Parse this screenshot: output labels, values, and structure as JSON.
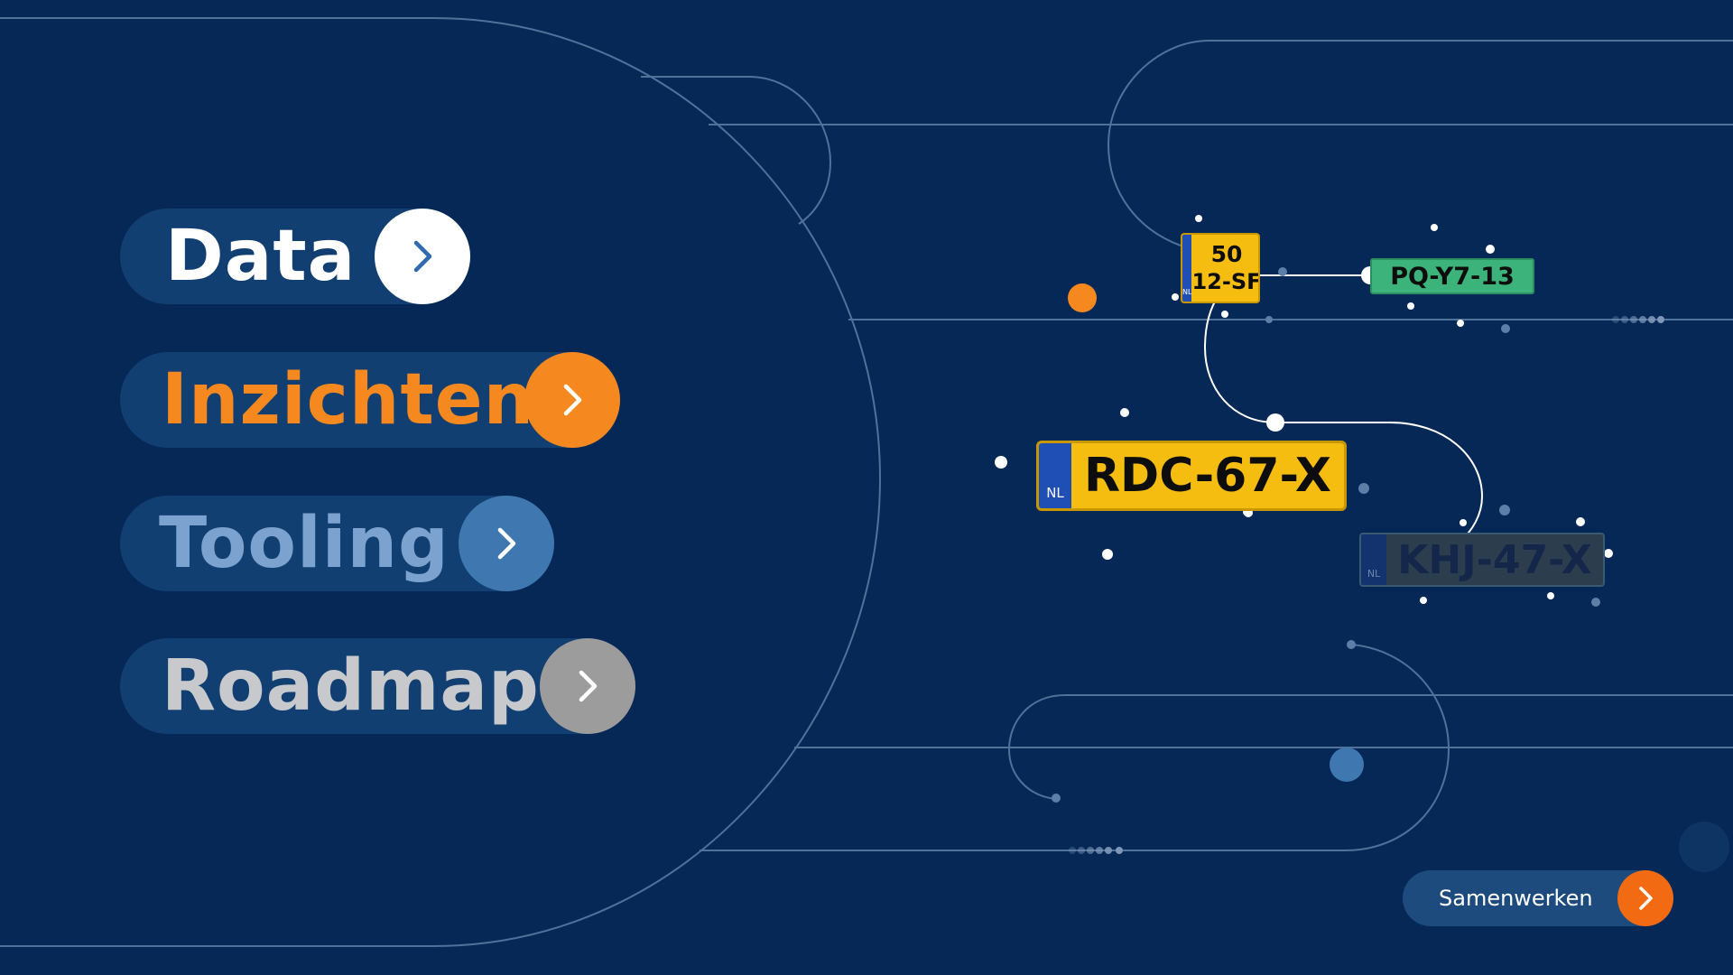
{
  "nav": {
    "items": [
      {
        "label": "Data",
        "text_color": "#ffffff",
        "circle_color": "#ffffff",
        "chevron_color": "#2e6bb0"
      },
      {
        "label": "Inzichten",
        "text_color": "#f5891f",
        "circle_color": "#f5891f",
        "chevron_color": "#ffffff"
      },
      {
        "label": "Tooling",
        "text_color": "#7ca3cf",
        "circle_color": "#3f78b0",
        "chevron_color": "#ffffff"
      },
      {
        "label": "Roadmap",
        "text_color": "#c7c9cc",
        "circle_color": "#9c9c9c",
        "chevron_color": "#ffffff"
      }
    ]
  },
  "plates": {
    "main": {
      "text": "RDC-67-X",
      "country": "NL",
      "color": "#f5bd10"
    },
    "small_top_line": "50",
    "small_bottom_line": "12-SF",
    "small_country": "NL",
    "green": {
      "text": "PQ-Y7-13",
      "color": "#3bb37a"
    },
    "dark": {
      "text": "KHJ-47-X",
      "country": "NL"
    }
  },
  "footer": {
    "cta_label": "Samenwerken"
  },
  "colors": {
    "background": "#062857",
    "pill": "#123f72",
    "accent_orange": "#f26a12",
    "line": "#5f7ea6"
  }
}
